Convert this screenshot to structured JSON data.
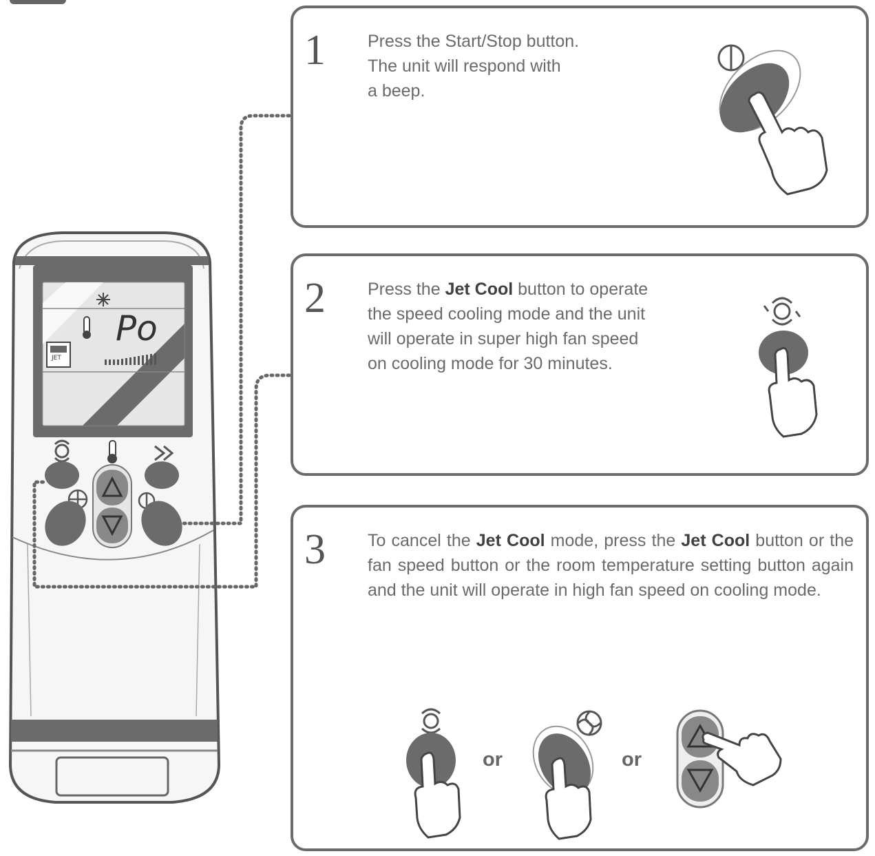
{
  "remote": {
    "lcd_code": "Po",
    "jet_label": "JET"
  },
  "steps": [
    {
      "number": "1",
      "text_lines": [
        "Press the Start/Stop button.",
        "The unit will respond with",
        "a beep."
      ]
    },
    {
      "number": "2",
      "text_pre": "Press the ",
      "text_bold": "Jet Cool",
      "text_post": " button to operate",
      "text_lines": [
        "the speed cooling mode and the unit",
        "will operate in super high fan speed",
        "on cooling mode for 30 minutes."
      ]
    },
    {
      "number": "3",
      "seg1": "To cancel the ",
      "bold1": "Jet Cool",
      "seg2": " mode, press the ",
      "bold2": "Jet Cool",
      "seg3": " button or the fan speed button or the room temperature setting button again and the unit will operate in high fan speed on cooling mode.",
      "or_1": "or",
      "or_2": "or"
    }
  ],
  "colors": {
    "border": "#6b6b6b",
    "button_fill": "#6b6b6b",
    "text": "#6a6a6a"
  },
  "icons": [
    "power-icon",
    "jet-cool-icon",
    "fan-icon",
    "thermometer-icon",
    "swing-icon",
    "pointing-hand-icon",
    "up-arrow-icon",
    "down-arrow-icon"
  ]
}
